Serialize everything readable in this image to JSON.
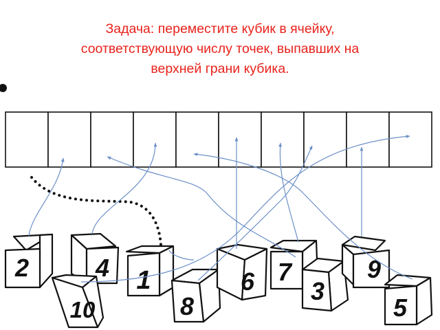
{
  "task": {
    "title_lines": [
      "Задача: переместите кубик в ячейку,",
      "соответствующую числу точек, выпавших на",
      "верхней грани кубика."
    ]
  },
  "grid": {
    "cell_count": 10
  },
  "cubes": [
    {
      "label": "2"
    },
    {
      "label": "4"
    },
    {
      "label": "10"
    },
    {
      "label": "1"
    },
    {
      "label": "8"
    },
    {
      "label": "6"
    },
    {
      "label": "7"
    },
    {
      "label": "3"
    },
    {
      "label": "9"
    },
    {
      "label": "5"
    }
  ],
  "colors": {
    "title": "#e8231c",
    "arrows": "#6b8fc7",
    "outline": "#111111"
  },
  "icons": {
    "bullet": "bullet-dot-icon",
    "arrow": "arrow-path-icon"
  }
}
